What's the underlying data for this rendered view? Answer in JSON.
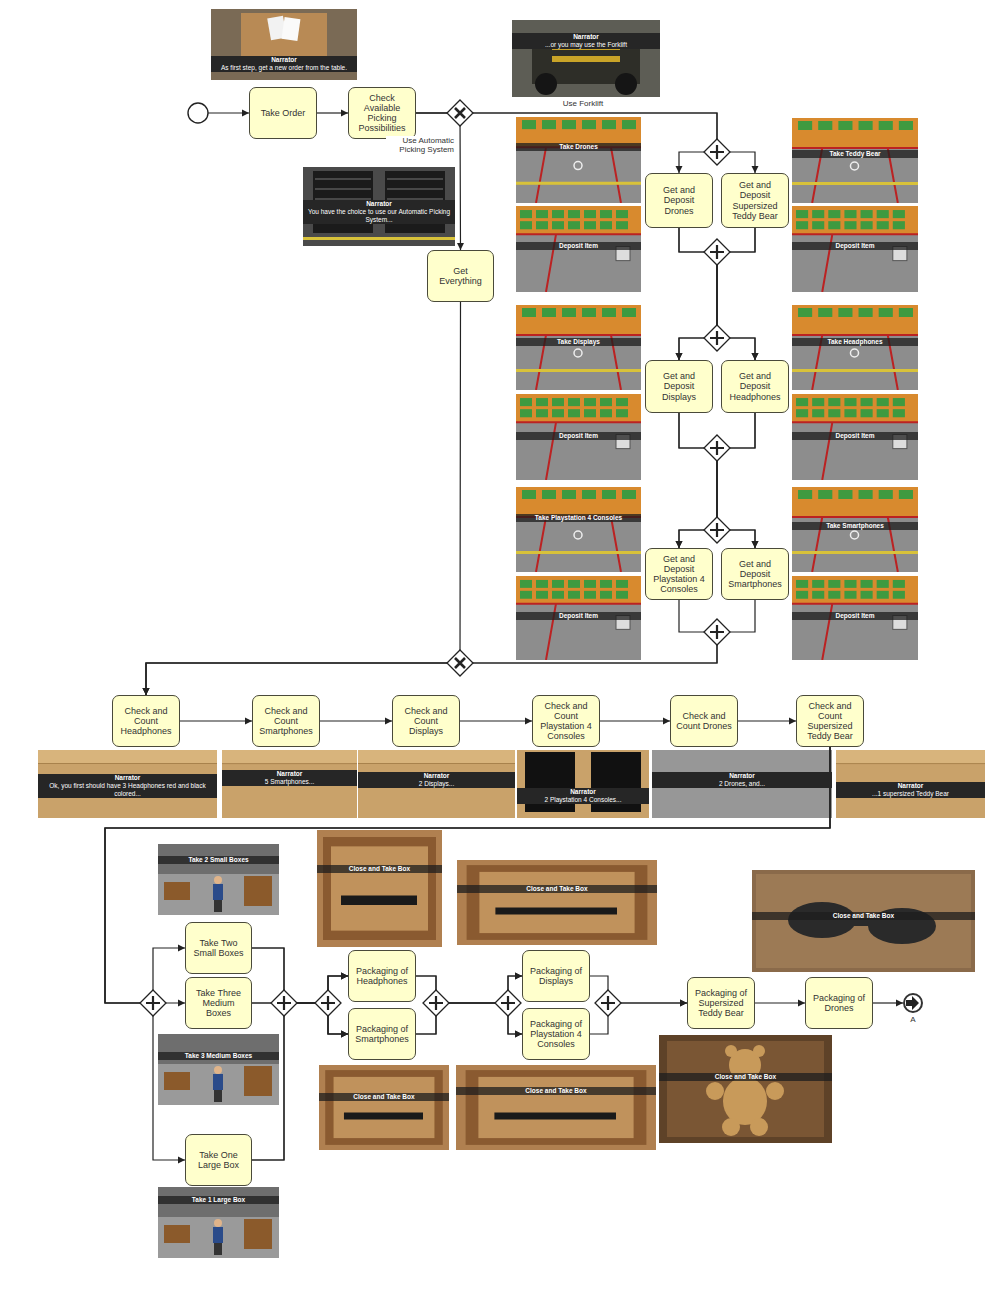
{
  "diagram": {
    "nodes": [
      {
        "text": [
          "Take Order"
        ]
      },
      {
        "text": [
          "Check Available Picking Possibilities"
        ]
      },
      {
        "text": [
          "Get Everything"
        ]
      },
      {
        "text": [
          "Get and Deposit Drones"
        ]
      },
      {
        "text": [
          "Get and Deposit Supersized Teddy Bear"
        ]
      },
      {
        "text": [
          "Get and Deposit Displays"
        ]
      },
      {
        "text": [
          "Get and Deposit Headphones"
        ]
      },
      {
        "text": [
          "Get and Deposit Playstation 4 Consoles"
        ]
      },
      {
        "text": [
          "Get and Deposit Smartphones"
        ]
      },
      {
        "text": [
          "Check and Count Headphones"
        ]
      },
      {
        "text": [
          "Check and Count Smartphones"
        ]
      },
      {
        "text": [
          "Check and Count Displays"
        ]
      },
      {
        "text": [
          "Check and Count Playstation 4 Consoles"
        ]
      },
      {
        "text": [
          "Check and Count Drones"
        ]
      },
      {
        "text": [
          "Check and Count Supersized Teddy Bear"
        ]
      },
      {
        "text": [
          "Take Two Small Boxes"
        ]
      },
      {
        "text": [
          "Take Three Medium Boxes"
        ]
      },
      {
        "text": [
          "Take One Large Box"
        ]
      },
      {
        "text": [
          "Packaging of Headphones"
        ]
      },
      {
        "text": [
          "Packaging of Smartphones"
        ]
      },
      {
        "text": [
          "Packaging of Displays"
        ]
      },
      {
        "text": [
          "Packaging of Playstation 4 Consoles"
        ]
      },
      {
        "text": [
          "Packaging of Supersized Teddy Bear"
        ]
      },
      {
        "text": [
          "Packaging of Drones"
        ]
      },
      {
        "text": [
          "A"
        ]
      }
    ],
    "edges": [
      {
        "from": 0,
        "to": 1,
        "arrow": "to"
      },
      {
        "from": 1,
        "to": 3,
        "arrow": "to",
        "label": "Use Forklift"
      },
      {
        "from": 1,
        "to": 4,
        "arrow": "to"
      },
      {
        "from": 1,
        "to": 2,
        "arrow": "to",
        "label": "Use Automatic Picking System"
      },
      {
        "from": 3,
        "to": 5,
        "arrow": "to"
      },
      {
        "from": 3,
        "to": 6,
        "arrow": "to"
      },
      {
        "from": 4,
        "to": 5,
        "arrow": "to"
      },
      {
        "from": 4,
        "to": 6,
        "arrow": "to"
      },
      {
        "from": 5,
        "to": 7,
        "arrow": "to"
      },
      {
        "from": 5,
        "to": 8,
        "arrow": "to"
      },
      {
        "from": 6,
        "to": 7,
        "arrow": "to"
      },
      {
        "from": 6,
        "to": 8,
        "arrow": "to"
      },
      {
        "from": 7,
        "to": 9,
        "arrow": "to"
      },
      {
        "from": 8,
        "to": 9,
        "arrow": "to"
      },
      {
        "from": 2,
        "to": 9,
        "arrow": "to"
      },
      {
        "from": 9,
        "to": 10,
        "arrow": "to"
      },
      {
        "from": 10,
        "to": 11,
        "arrow": "to"
      },
      {
        "from": 11,
        "to": 12,
        "arrow": "to"
      },
      {
        "from": 12,
        "to": 13,
        "arrow": "to"
      },
      {
        "from": 13,
        "to": 14,
        "arrow": "to"
      },
      {
        "from": 14,
        "to": 15,
        "arrow": "to"
      },
      {
        "from": 14,
        "to": 16,
        "arrow": "to"
      },
      {
        "from": 14,
        "to": 17,
        "arrow": "to"
      },
      {
        "from": 15,
        "to": 18,
        "arrow": "to"
      },
      {
        "from": 15,
        "to": 19,
        "arrow": "to"
      },
      {
        "from": 16,
        "to": 18,
        "arrow": "to"
      },
      {
        "from": 16,
        "to": 19,
        "arrow": "to"
      },
      {
        "from": 17,
        "to": 18,
        "arrow": "to"
      },
      {
        "from": 17,
        "to": 19,
        "arrow": "to"
      },
      {
        "from": 18,
        "to": 20,
        "arrow": "to"
      },
      {
        "from": 18,
        "to": 21,
        "arrow": "to"
      },
      {
        "from": 19,
        "to": 20,
        "arrow": "to"
      },
      {
        "from": 19,
        "to": 21,
        "arrow": "to"
      },
      {
        "from": 20,
        "to": 22,
        "arrow": "to"
      },
      {
        "from": 21,
        "to": 22,
        "arrow": "to"
      },
      {
        "from": 22,
        "to": 23,
        "arrow": "to"
      },
      {
        "from": 23,
        "to": 24,
        "arrow": "to"
      }
    ],
    "labels": [
      "Narrator",
      "As first step, get a new order from the table.",
      "Narrator",
      "...or you may use the Forklift",
      "Narrator",
      "You have the choice to use our Automatic Picking System...",
      "Take Drones",
      "Deposit Item",
      "Take Teddy Bear",
      "Deposit Item",
      "Take Displays",
      "Deposit Item",
      "Take Headphones",
      "Deposit Item",
      "Take Playstation 4 Consoles",
      "Deposit Item",
      "Take Smartphones",
      "Deposit Item",
      "Narrator",
      "Ok, you first should have 3 Headphones red and black colored...",
      "Narrator",
      "5 Smartphones...",
      "Narrator",
      "2 Displays...",
      "Narrator",
      "2 Playstation 4 Consoles...",
      "Narrator",
      "2 Drones, and...",
      "Narrator",
      "...1 supersized Teddy Bear",
      "Take 2 Small Boxes",
      "Take 3 Medium Boxes",
      "Take 1 Large Box",
      "Close and Take Box",
      "Close and Take Box",
      "Close and Take Box",
      "Close and Take Box",
      "Close and Take Box",
      "Close and Take Box"
    ]
  }
}
